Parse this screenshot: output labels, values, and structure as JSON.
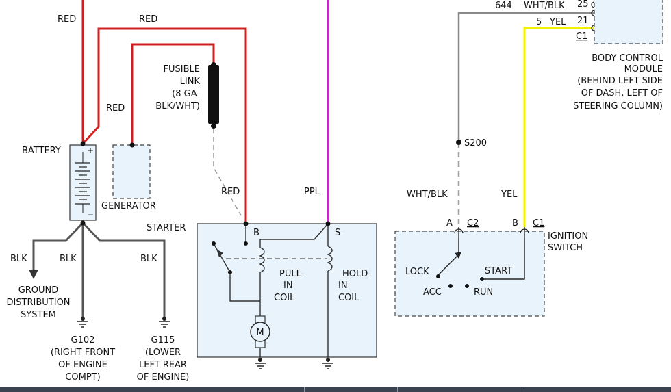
{
  "colors": {
    "red_wire": "#d11f1f",
    "ppl_wire": "#d21fd6",
    "yel_wire": "#f2f200",
    "gray_wire": "#7a7a7a",
    "blk_wire": "#555555",
    "component_fill": "#e8f3fb",
    "dashed_box": "#444444"
  },
  "labels": {
    "red_top_left": "RED",
    "red_top_mid": "RED",
    "red_gen": "RED",
    "red_starter": "RED",
    "fusible_link": [
      "FUSIBLE",
      "LINK",
      "(8 GA-",
      "BLK/WHT)"
    ],
    "battery": "BATTERY",
    "battery_plus": "+",
    "battery_minus": "−",
    "generator": "GENERATOR",
    "starter": "STARTER",
    "starter_b": "B",
    "starter_s": "S",
    "motor": "M",
    "pull_in_coil": [
      "PULL-",
      "IN",
      "COIL"
    ],
    "hold_in_coil": [
      "HOLD-",
      "IN",
      "COIL"
    ],
    "ppl": "PPL",
    "blk_left": "BLK",
    "blk_mid": "BLK",
    "blk_right": "BLK",
    "ground_distribution": [
      "GROUND",
      "DISTRIBUTION",
      "SYSTEM"
    ],
    "g102": [
      "G102",
      "(RIGHT FRONT",
      "OF ENGINE",
      "COMPT)"
    ],
    "g115": [
      "G115",
      "(LOWER",
      "LEFT REAR",
      "OF ENGINE)"
    ],
    "circuit_644": "644",
    "wht_blk_top": "WHT/BLK",
    "pin_25": "25",
    "pin_21": "21",
    "circuit_5": "5",
    "yel_top": "YEL",
    "c1_top": "C1",
    "bcm": [
      "BODY CONTROL",
      "MODULE",
      "(BEHIND LEFT SIDE",
      "OF DASH, LEFT OF",
      "STEERING COLUMN)"
    ],
    "s200": "S200",
    "wht_blk_mid": "WHT/BLK",
    "yel_mid": "YEL",
    "pin_a": "A",
    "c2": "C2",
    "pin_b": "B",
    "c1_bottom": "C1",
    "ignition_switch": [
      "IGNITION",
      "SWITCH"
    ],
    "lock": "LOCK",
    "acc": "ACC",
    "run": "RUN",
    "start": "START"
  }
}
